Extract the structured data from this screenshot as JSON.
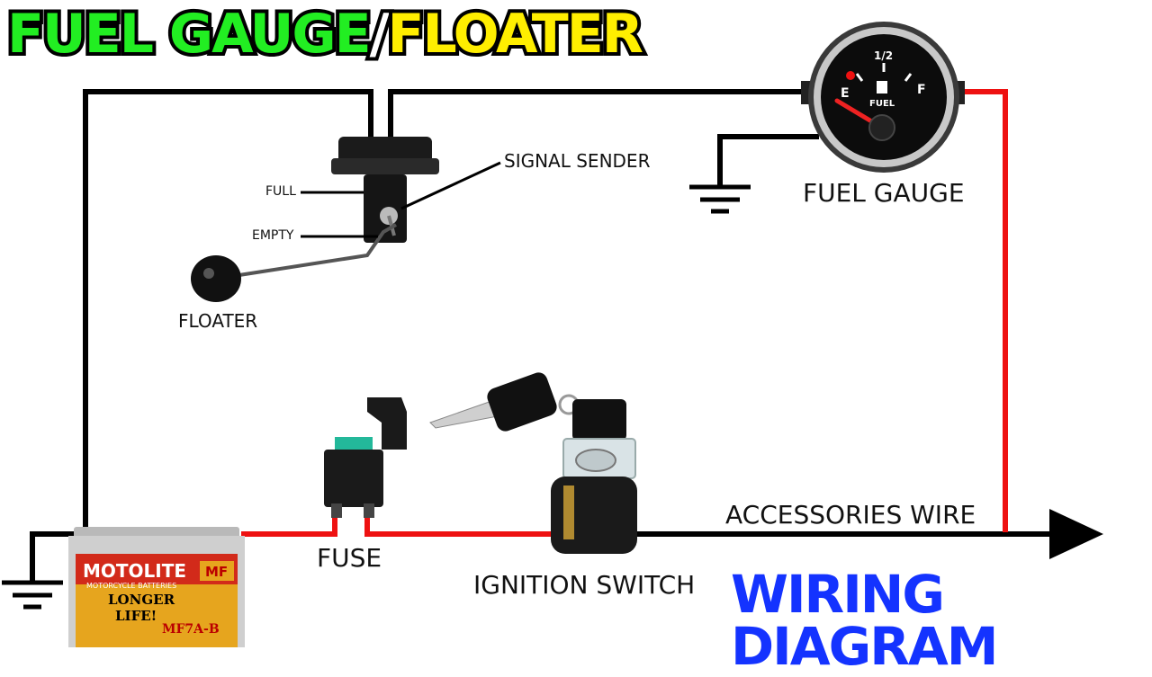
{
  "title": {
    "part1": "FUEL GAUGE",
    "sep": "/",
    "part2": "FLOATER"
  },
  "footer_title": "WIRING DIAGRAM",
  "labels": {
    "signal_sender": "SIGNAL SENDER",
    "full": "FULL",
    "empty": "EMPTY",
    "floater": "FLOATER",
    "fuel_gauge": "FUEL GAUGE",
    "fuse": "FUSE",
    "ignition_switch": "IGNITION SWITCH",
    "accessories_wire": "ACCESSORIES WIRE"
  },
  "gauge": {
    "e": "E",
    "half": "1/2",
    "f": "F",
    "fuel": "FUEL"
  },
  "battery": {
    "brand": "MOTOLITE",
    "mf": "MF",
    "sub": "MOTORCYCLE BATTERIES",
    "line1": "LONGER",
    "line2": "LIFE!",
    "model": "MF7A-B"
  },
  "colors": {
    "wire_black": "#000000",
    "wire_red": "#ee1111",
    "title_green": "#22ee22",
    "title_yellow": "#ffee00",
    "footer_blue": "#1433ff"
  }
}
